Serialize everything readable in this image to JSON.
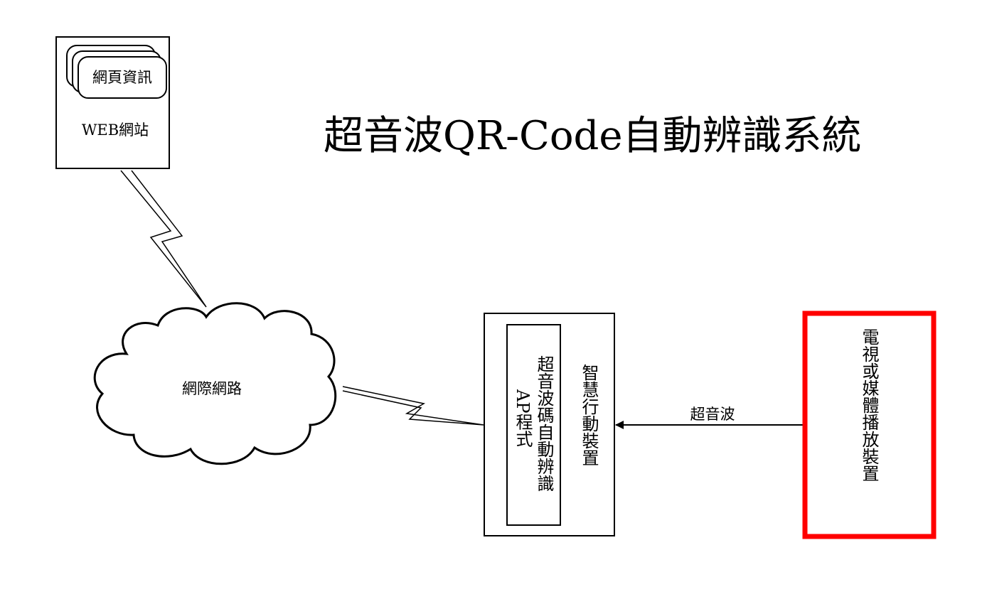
{
  "title": "超音波QR-Code自動辨識系統",
  "web_site": {
    "page_info_label": "網頁資訊",
    "site_label": "WEB網站"
  },
  "internet": {
    "label": "網際網路"
  },
  "smart_device": {
    "label": "智慧行動裝置",
    "app_label_line1": "超音波碼自動辨識",
    "app_label_line2": "AP程式"
  },
  "signal": {
    "label": "超音波"
  },
  "media_player": {
    "label": "電視或媒體播放裝置",
    "highlight_color": "#ff0000"
  }
}
